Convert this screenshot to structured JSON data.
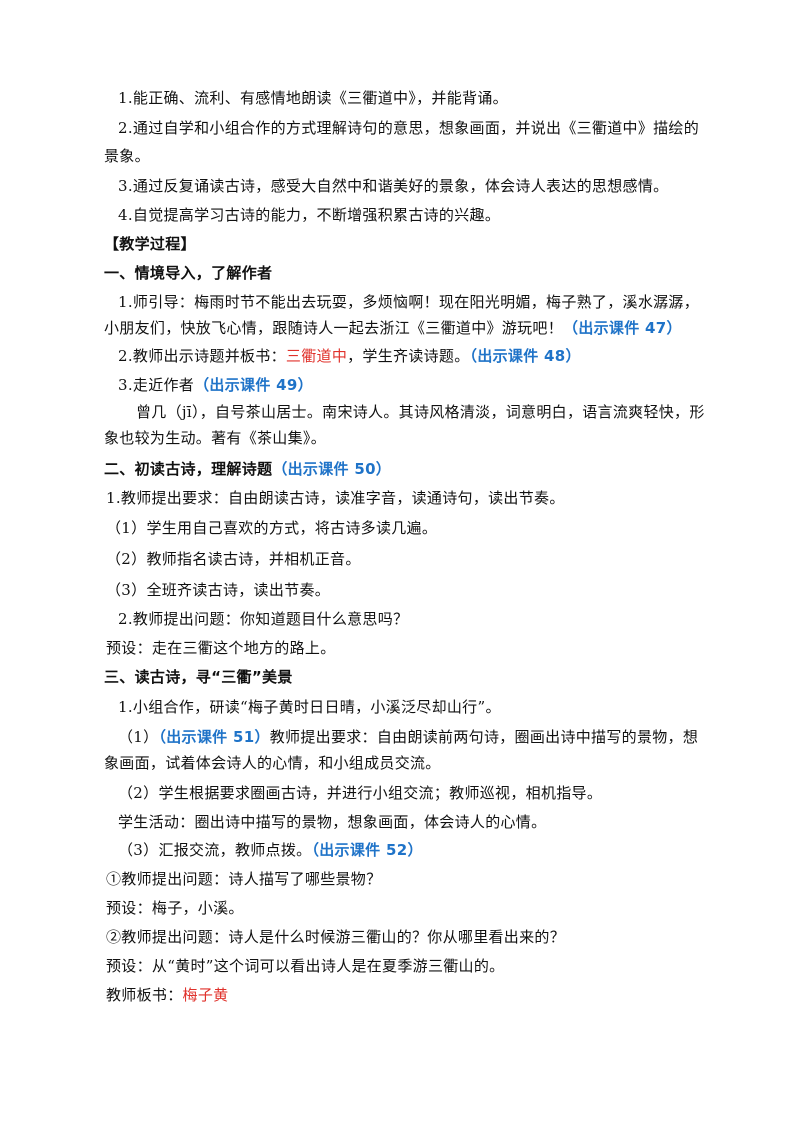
{
  "objectives": [
    "1.能正确、流利、有感情地朗读《三衢道中》，并能背诵。",
    "2.通过自学和小组合作的方式理解诗句的意思，想象画面，并说出《三衢道中》描绘的",
    "景象。",
    "3.通过反复诵读古诗，感受大自然中和谐美好的景象，体会诗人表达的思想感情。",
    "4.自觉提高学习古诗的能力，不断增强积累古诗的兴趣。"
  ],
  "process_heading": "【教学过程】",
  "section1": {
    "heading": "一、情境导入，了解作者",
    "p1_line1": "1.师引导：梅雨时节不能出去玩耍，多烦恼啊！现在阳光明媚，梅子熟了，溪水潺潺，",
    "p1_line2": "小朋友们，快放飞心情，跟随诗人一起去浙江《三衢道中》游玩吧！",
    "p1_cue": "（出示课件 47）",
    "p2_a": "2.教师出示诗题并板书：",
    "p2_red": "三衢道中",
    "p2_b": "，学生齐读诗题。",
    "p2_cue": "（出示课件 48）",
    "p3": "3.走近作者",
    "p3_cue": "（出示课件 49）",
    "bio_line1": "曾几（jī），自号茶山居士。南宋诗人。其诗风格清淡，词意明白，语言流爽轻快，形",
    "bio_line2": "象也较为生动。著有《茶山集》。"
  },
  "section2": {
    "heading": "二、初读古诗，理解诗题",
    "heading_cue": "（出示课件 50）",
    "p1": "1.教师提出要求：自由朗读古诗，读准字音，读通诗句，读出节奏。",
    "s1": "（1）学生用自己喜欢的方式，将古诗多读几遍。",
    "s2": "（2）教师指名读古诗，并相机正音。",
    "s3": "（3）全班齐读古诗，读出节奏。",
    "p2": "2.教师提出问题：你知道题目什么意思吗？",
    "preset": "预设：走在三衢这个地方的路上。"
  },
  "section3": {
    "heading": "三、读古诗，寻“三衢”美景",
    "p1": "1.小组合作，研读“梅子黄时日日晴，小溪泛尽却山行”。",
    "s1_prefix": "（1）",
    "s1_cue": "（出示课件 51）",
    "s1_text": "教师提出要求：自由朗读前两句诗，圈画出诗中描写的景物，想",
    "s1_line2": "象画面，试着体会诗人的心情，和小组成员交流。",
    "s2": "（2）学生根据要求圈画古诗，并进行小组交流；教师巡视，相机指导。",
    "activity": "学生活动：圈出诗中描写的景物，想象画面，体会诗人的心情。",
    "s3": "（3）汇报交流，教师点拨。",
    "s3_cue": "（出示课件 52）",
    "q1": "①教师提出问题：诗人描写了哪些景物？",
    "a1": "预设：梅子，小溪。",
    "q2": "②教师提出问题：诗人是什么时候游三衢山的？你从哪里看出来的？",
    "a2": "预设：从“黄时”这个词可以看出诗人是在夏季游三衢山的。",
    "board_label": "教师板书：",
    "board_red": "梅子黄"
  }
}
